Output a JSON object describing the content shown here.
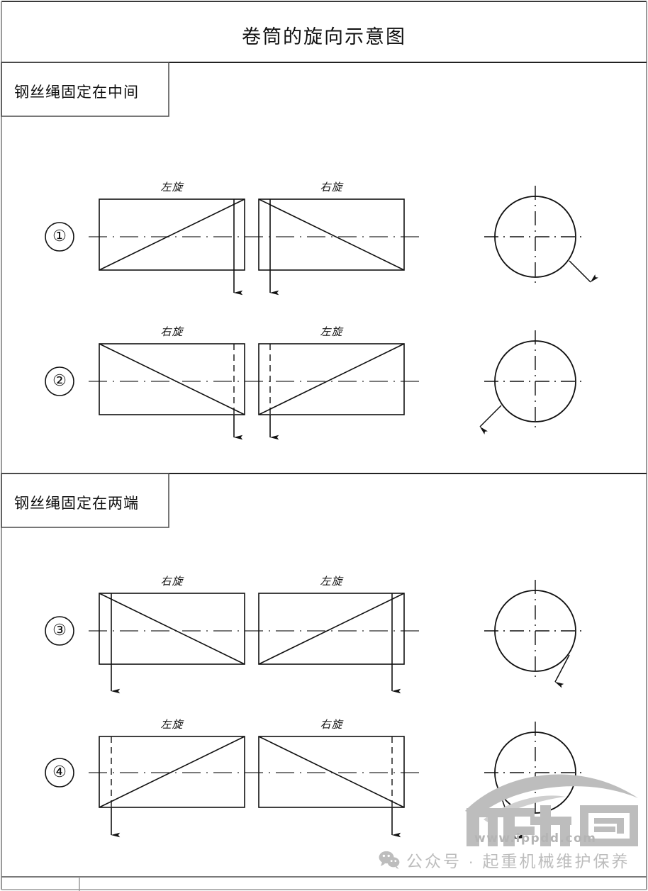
{
  "title": "卷筒的旋向示意图",
  "sections": [
    {
      "label": "钢丝绳固定在中间"
    },
    {
      "label": "钢丝绳固定在两端"
    }
  ],
  "rows": [
    {
      "number": "①",
      "left_label": "左旋",
      "right_label": "右旋",
      "left_diagonal": "rising",
      "right_diagonal": "falling",
      "rope_line_style": "solid",
      "rope_position": "inner",
      "circle_arrow": "lower-right"
    },
    {
      "number": "②",
      "left_label": "右旋",
      "right_label": "左旋",
      "left_diagonal": "falling",
      "right_diagonal": "rising",
      "rope_line_style": "dashed",
      "rope_position": "inner",
      "circle_arrow": "lower-left"
    },
    {
      "number": "③",
      "left_label": "右旋",
      "right_label": "左旋",
      "left_diagonal": "falling",
      "right_diagonal": "rising",
      "rope_line_style": "solid",
      "rope_position": "outer",
      "circle_arrow": "lower-right"
    },
    {
      "number": "④",
      "left_label": "左旋",
      "right_label": "右旋",
      "left_diagonal": "rising",
      "right_diagonal": "falling",
      "rope_line_style": "dashed",
      "rope_position": "outer",
      "circle_arrow": "lower-left"
    }
  ],
  "watermark": {
    "logo_text": "港机圈",
    "url": "www.ippdd.com",
    "footer_text": "公众号 · 起重机械维护保养",
    "logo_color": "#bdbdbd",
    "text_color": "#c2c2c2"
  },
  "colors": {
    "line": "#1a1a1a",
    "center_line": "#4d4d4d",
    "frame": "#3a3a3a",
    "background": "#ffffff"
  }
}
